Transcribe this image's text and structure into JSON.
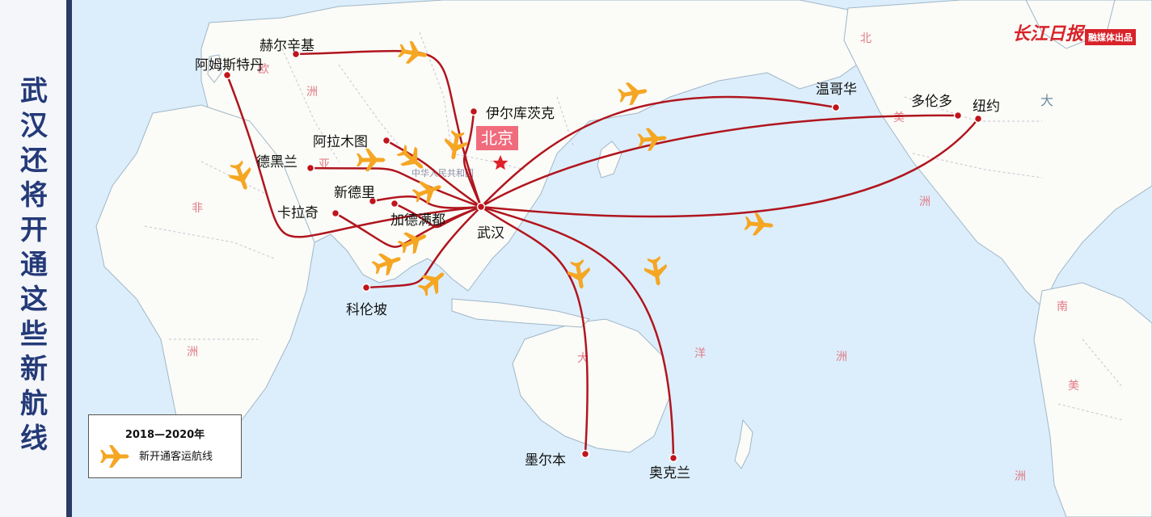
{
  "title_vertical": [
    "武",
    "汉",
    "还",
    "将",
    "开",
    "通",
    "这",
    "些",
    "新",
    "航",
    "线"
  ],
  "logo": {
    "name": "长江日报",
    "tag": "融媒体出品"
  },
  "legend": {
    "title": "2018—2020年",
    "label": "新开通客运航线"
  },
  "capital_label": "北京",
  "hub": {
    "label": "武汉",
    "color": "#c0141c"
  },
  "route_color": "#b0151e",
  "plane_color": "#f5a623",
  "destinations": [
    {
      "id": "helsinki",
      "name": "赫尔辛基"
    },
    {
      "id": "amsterdam",
      "name": "阿姆斯特丹"
    },
    {
      "id": "irkutsk",
      "name": "伊尔库茨克"
    },
    {
      "id": "almaty",
      "name": "阿拉木图"
    },
    {
      "id": "tehran",
      "name": "德黑兰"
    },
    {
      "id": "newdelhi",
      "name": "新德里"
    },
    {
      "id": "kathmandu",
      "name": "加德满都"
    },
    {
      "id": "karachi",
      "name": "卡拉奇"
    },
    {
      "id": "colombo",
      "name": "科伦坡"
    },
    {
      "id": "vancouver",
      "name": "温哥华"
    },
    {
      "id": "toronto",
      "name": "多伦多"
    },
    {
      "id": "newyork",
      "name": "纽约"
    },
    {
      "id": "melbourne",
      "name": "墨尔本"
    },
    {
      "id": "auckland",
      "name": "奥克兰"
    }
  ],
  "map_text": [
    {
      "id": "europe-1",
      "text": "欧"
    },
    {
      "id": "europe-2",
      "text": "洲"
    },
    {
      "id": "asia",
      "text": "亚"
    },
    {
      "id": "africa-1",
      "text": "非"
    },
    {
      "id": "africa-2",
      "text": "洲"
    },
    {
      "id": "na-1",
      "text": "北"
    },
    {
      "id": "na-2",
      "text": "美"
    },
    {
      "id": "na-3",
      "text": "洲"
    },
    {
      "id": "ocean-1",
      "text": "大"
    },
    {
      "id": "ocean-2",
      "text": "洋"
    },
    {
      "id": "oceania",
      "text": "洲"
    },
    {
      "id": "pacific",
      "text": "大"
    },
    {
      "id": "sa-1",
      "text": "南"
    },
    {
      "id": "sa-2",
      "text": "美"
    },
    {
      "id": "sa-3",
      "text": "洲"
    },
    {
      "id": "china-name",
      "text": "中华人民共和国"
    }
  ]
}
